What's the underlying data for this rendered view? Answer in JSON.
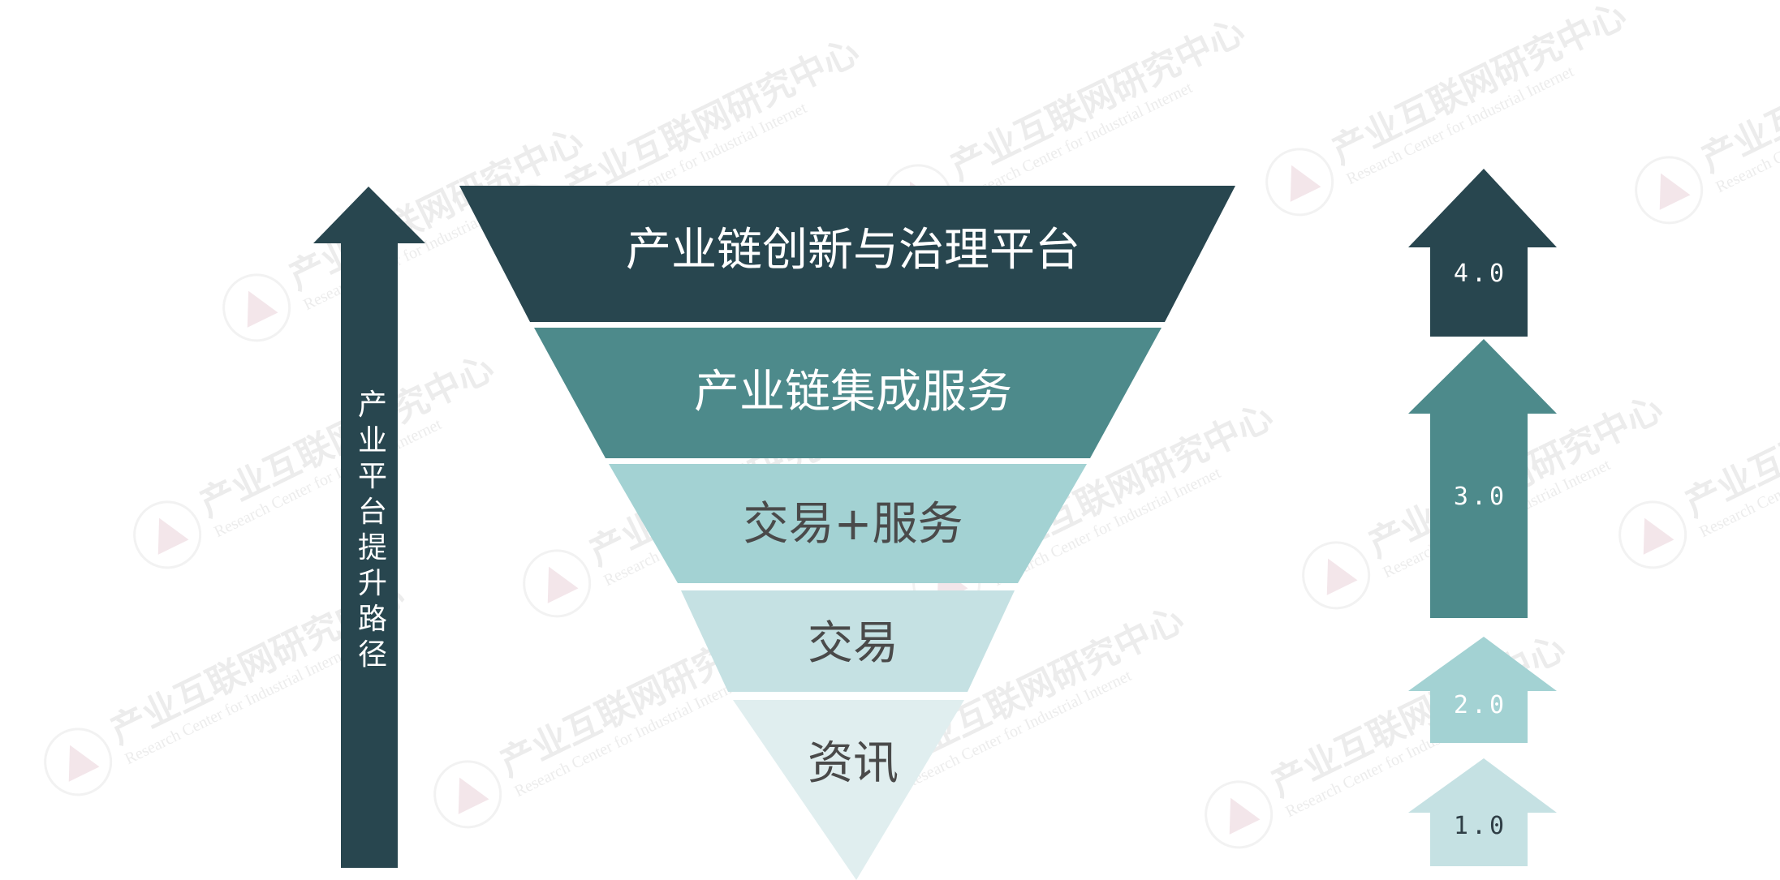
{
  "colors": {
    "darkest": "#28464f",
    "dark": "#4d8a8b",
    "mid": "#a3d2d3",
    "light": "#c5e1e3",
    "lightest": "#e0eeef",
    "text_light": "#ffffff",
    "text_dark": "#4a4a4a"
  },
  "funnel": {
    "levels": [
      {
        "label": "产业链创新与治理平台",
        "color": "#28464f",
        "text_color": "#ffffff"
      },
      {
        "label": "产业链集成服务",
        "color": "#4d8a8b",
        "text_color": "#ffffff"
      },
      {
        "label": "交易+服务",
        "color": "#a3d2d3",
        "text_color": "#4a4a4a"
      },
      {
        "label": "交易",
        "color": "#c5e1e3",
        "text_color": "#4a4a4a"
      },
      {
        "label": "资讯",
        "color": "#e0eeef",
        "text_color": "#4a4a4a"
      }
    ]
  },
  "path_arrow": {
    "label": "产业平台提升路径",
    "color": "#28464f"
  },
  "versions": [
    {
      "label": "4.0",
      "color": "#28464f"
    },
    {
      "label": "3.0",
      "color": "#4d8a8b"
    },
    {
      "label": "2.0",
      "color": "#a3d2d3"
    },
    {
      "label": "1.0",
      "color": "#c5e1e3"
    }
  ],
  "watermark": {
    "cn": "产业互联网研究中心",
    "en": "Research Center for Industrial Internet",
    "seal_icon": "seal-logo-icon"
  }
}
